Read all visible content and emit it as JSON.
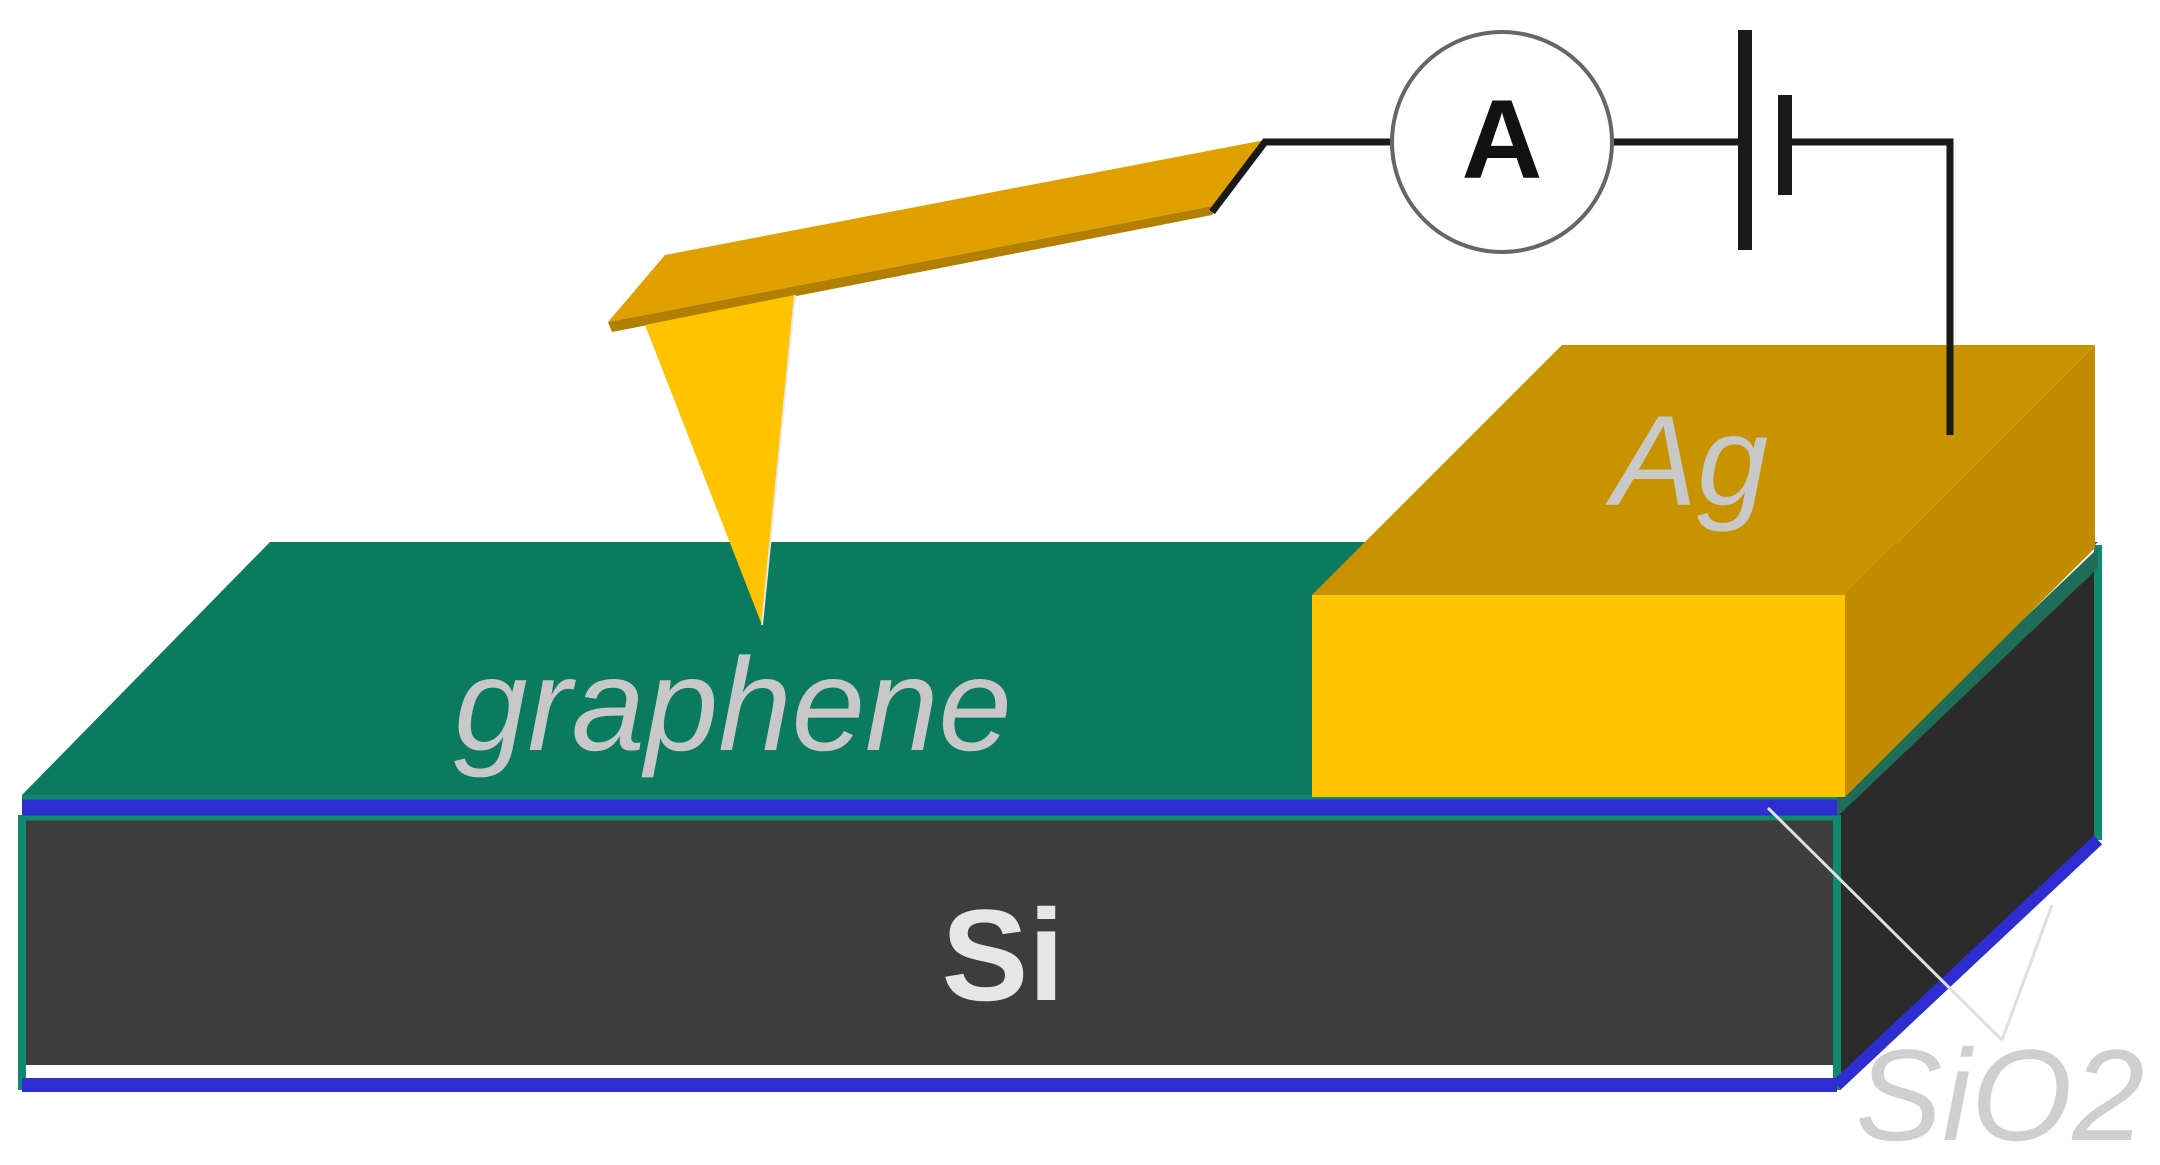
{
  "labels": {
    "graphene": "graphene",
    "silicon": "Si",
    "silver": "Ag",
    "oxide": "SiO2",
    "ammeter": "A"
  },
  "icons": {
    "ammeter": "ammeter-circle-icon",
    "battery": "battery-icon"
  },
  "colors": {
    "graphene": "#0b7b60",
    "graphene_edge": "#0f8a6e",
    "silicon_front": "#3d3d3d",
    "silicon_side": "#2b2b2b",
    "oxide": "#2d2dd2",
    "silver_top": "#c79300",
    "silver_front": "#ffc400",
    "silver_side": "#c28c00",
    "tip": "#ffc400",
    "tip_shade": "#d99c00",
    "label_light": "#c8c8c8",
    "label_si": "#e6e6e6",
    "label_oxide": "#cfcfcf",
    "wire": "#1a1a1a",
    "ammeter_ring": "#666666"
  }
}
